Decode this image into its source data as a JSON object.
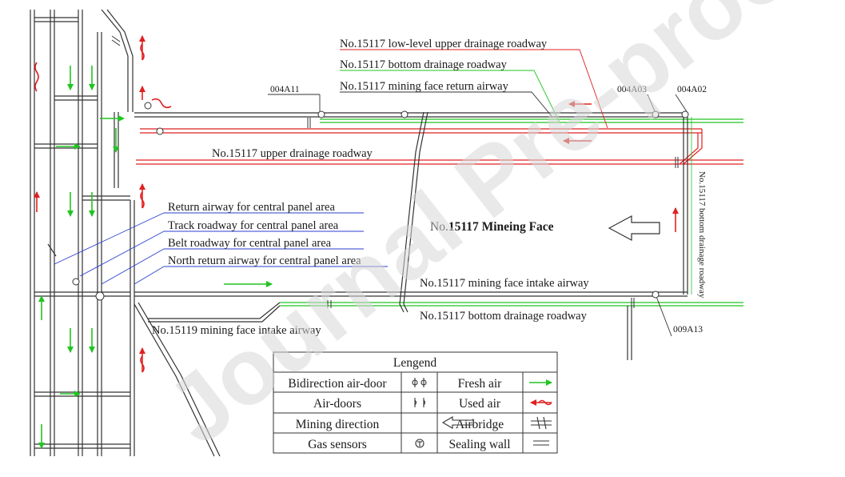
{
  "watermark": "Journal Pre-proof",
  "labels": {
    "low_level_upper_drainage": "No.15117 low-level upper drainage roadway",
    "bottom_drainage_top": "No.15117 bottom drainage roadway",
    "return_airway_face": "No.15117 mining face return airway",
    "upper_drainage": "No.15117  upper drainage roadway",
    "return_central": "Return airway for central panel area",
    "track_central": "Track roadway for central panel area",
    "belt_central": "Belt roadway for central panel area",
    "north_return_central": "North return airway for central panel area",
    "face_prefix": "No.",
    "face_number": "15117 Mineing Face",
    "intake_airway_15117": "No.15117 mining face intake airway",
    "bottom_drainage_lower": "No.15117 bottom drainage roadway",
    "intake_airway_15119": "No.15119 mining face intake airway",
    "bottom_drainage_vertical": "No.15117 bottom drainage roadway"
  },
  "sensors": {
    "s_004A11": "004A11",
    "s_004A03": "004A03",
    "s_004A02": "004A02",
    "s_009A13": "009A13"
  },
  "legend": {
    "title": "Lengend",
    "rows": [
      {
        "left_label": "Bidirection air-door",
        "left_icon": "bidirection-air-door-icon",
        "right_label": "Fresh air",
        "right_icon": "fresh-air-arrow-icon"
      },
      {
        "left_label": "Air-doors",
        "left_icon": "air-door-icon",
        "right_label": "Used air",
        "right_icon": "used-air-arrow-icon"
      },
      {
        "left_label": "Mining direction",
        "left_icon": "mining-direction-arrow-icon",
        "right_label": "Airbridge",
        "right_icon": "airbridge-icon"
      },
      {
        "left_label": "Gas sensors",
        "left_icon": "gas-sensor-icon",
        "right_label": "Sealing wall",
        "right_icon": "sealing-wall-icon"
      }
    ]
  },
  "colors": {
    "fresh_air": "#22c422",
    "used_air": "#e02020",
    "roadway": "#333333",
    "label_line": "#2b3fd0",
    "watermark": "#d8d8d8"
  }
}
